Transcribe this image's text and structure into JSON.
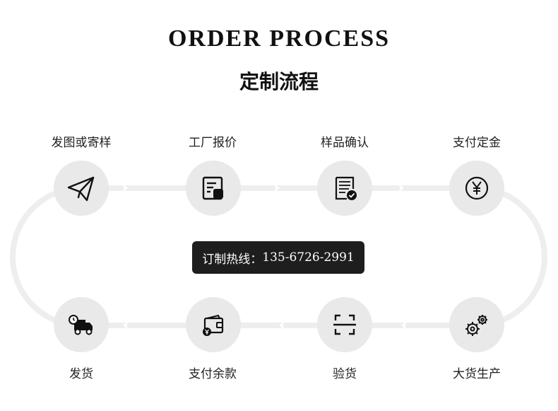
{
  "title_en": "ORDER PROCESS",
  "title_cn": "定制流程",
  "hotline": {
    "label": "订制热线：",
    "number": "135-6726-2991"
  },
  "steps": [
    {
      "label": "发图或寄样",
      "icon": "paper-plane-icon"
    },
    {
      "label": "工厂报价",
      "icon": "quote-document-icon"
    },
    {
      "label": "样品确认",
      "icon": "checklist-icon"
    },
    {
      "label": "支付定金",
      "icon": "yuan-coin-icon"
    },
    {
      "label": "大货生产",
      "icon": "gears-icon"
    },
    {
      "label": "验货",
      "icon": "scan-icon"
    },
    {
      "label": "支付余款",
      "icon": "wallet-icon"
    },
    {
      "label": "发货",
      "icon": "delivery-truck-icon"
    }
  ],
  "colors": {
    "node": "#e9e9e9",
    "track": "#eeeeee",
    "badge": "#1e1e1e",
    "text": "#111111"
  }
}
